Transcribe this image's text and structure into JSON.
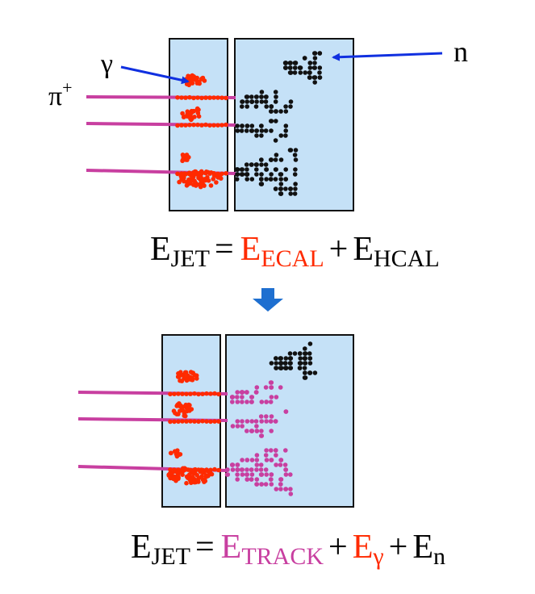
{
  "labels": {
    "gamma": "γ",
    "pion": "π",
    "pion_charge": "+",
    "neutron": "n"
  },
  "equations": {
    "top": {
      "lhs": "E",
      "lhs_sub": "JET",
      "eq": "=",
      "t1": "E",
      "t1_sub": "ECAL",
      "plus": "+",
      "t2": "E",
      "t2_sub": "HCAL"
    },
    "bottom": {
      "lhs": "E",
      "lhs_sub": "JET",
      "eq": "=",
      "t1": "E",
      "t1_sub": "TRACK",
      "plus1": "+",
      "t2": "E",
      "t2_sub": "γ",
      "plus2": "+",
      "t3": "E",
      "t3_sub": "n"
    }
  },
  "colors": {
    "detector_fill": "#c5e1f7",
    "detector_stroke": "#111111",
    "track": "#c83fa0",
    "ecal_hit": "#ff2a00",
    "hcal_hit": "#111111",
    "charged_hadron_hit": "#c83fa0",
    "arrow_label": "#1030e0",
    "flow_arrow": "#1e6fd0",
    "text": "#000000",
    "ecal_text": "#ff2a00",
    "track_text": "#c83fa0"
  }
}
